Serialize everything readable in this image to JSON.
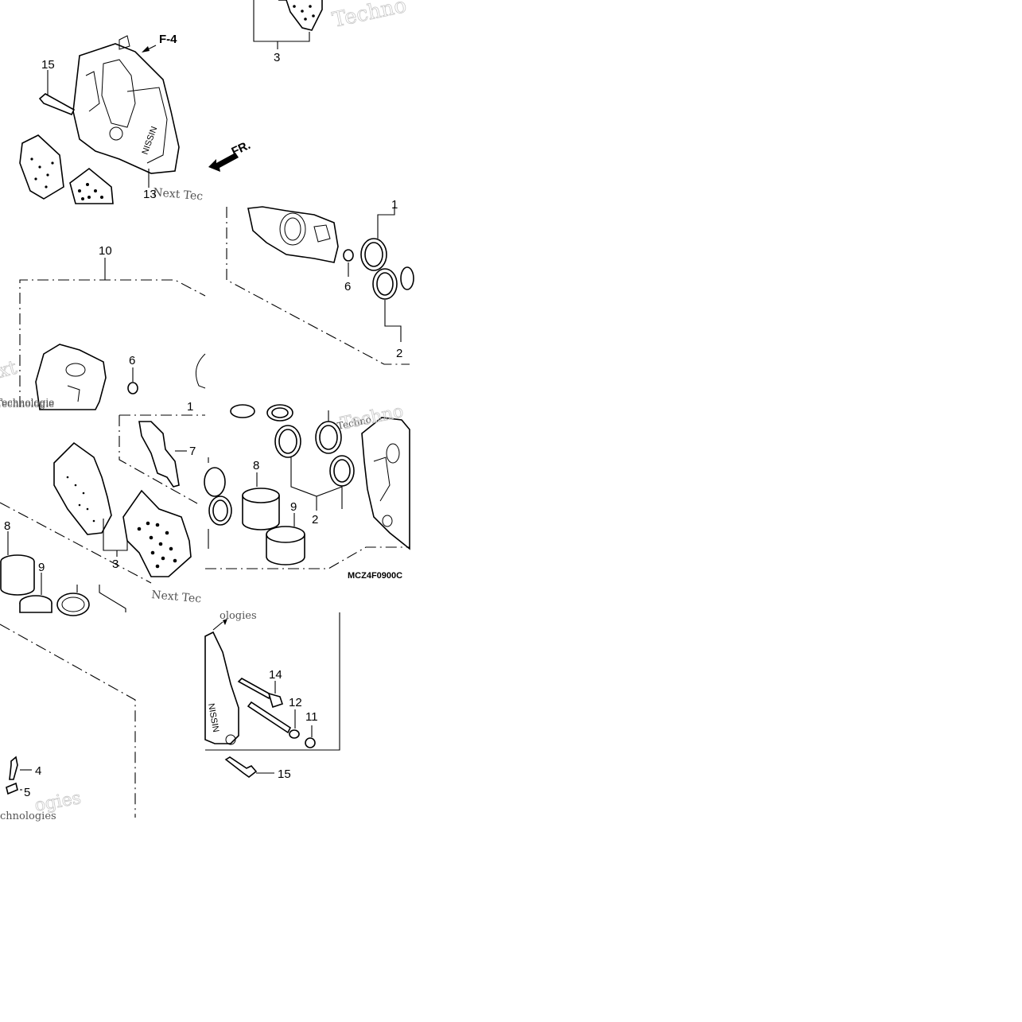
{
  "diagram": {
    "code": "MCZ4F0900C",
    "references": {
      "f4": "F-4",
      "front": "FR."
    },
    "watermark": {
      "brand_a": "Techno",
      "brand_b": "Next Tec",
      "brand_c": "Technologie",
      "brand_d": "Techno",
      "brand_e": "Next Tec",
      "brand_f": "ologies",
      "brand_g": "xt",
      "brand_h": "chnologies",
      "brand_i": "ogies"
    },
    "callouts": {
      "c15a": "15",
      "c13": "13",
      "c3a": "3",
      "c10": "10",
      "c6a": "6",
      "c6b": "6",
      "c1a": "1",
      "c1b": "1",
      "c2a": "2",
      "c2b": "2",
      "c7": "7",
      "c3b": "3",
      "c8a": "8",
      "c9a": "9",
      "c8b": "8",
      "c9b": "9",
      "c14": "14",
      "c12": "12",
      "c11": "11",
      "c15b": "15",
      "c4": "4",
      "c5": "5"
    }
  }
}
